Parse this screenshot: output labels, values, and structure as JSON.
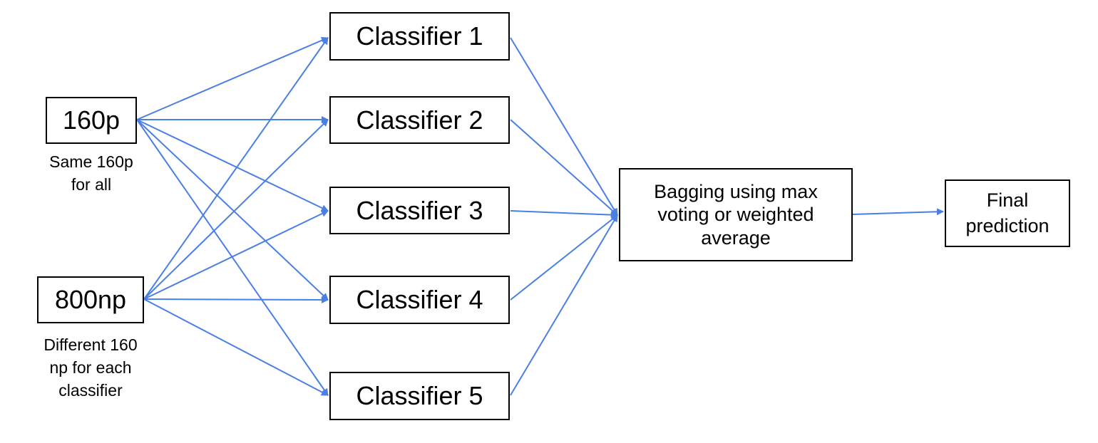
{
  "inputs": {
    "positive": {
      "label": "160p",
      "caption": "Same 160p\nfor all"
    },
    "negative": {
      "label": "800np",
      "caption": "Different 160\nnp for each\nclassifier"
    }
  },
  "classifiers": [
    {
      "label": "Classifier 1"
    },
    {
      "label": "Classifier 2"
    },
    {
      "label": "Classifier 3"
    },
    {
      "label": "Classifier 4"
    },
    {
      "label": "Classifier 5"
    }
  ],
  "aggregator": {
    "label": "Bagging using max\nvoting or weighted\naverage"
  },
  "output": {
    "label": "Final\nprediction"
  },
  "colors": {
    "edge": "#4a7fe4",
    "box_border": "#000000",
    "text": "#000000"
  }
}
